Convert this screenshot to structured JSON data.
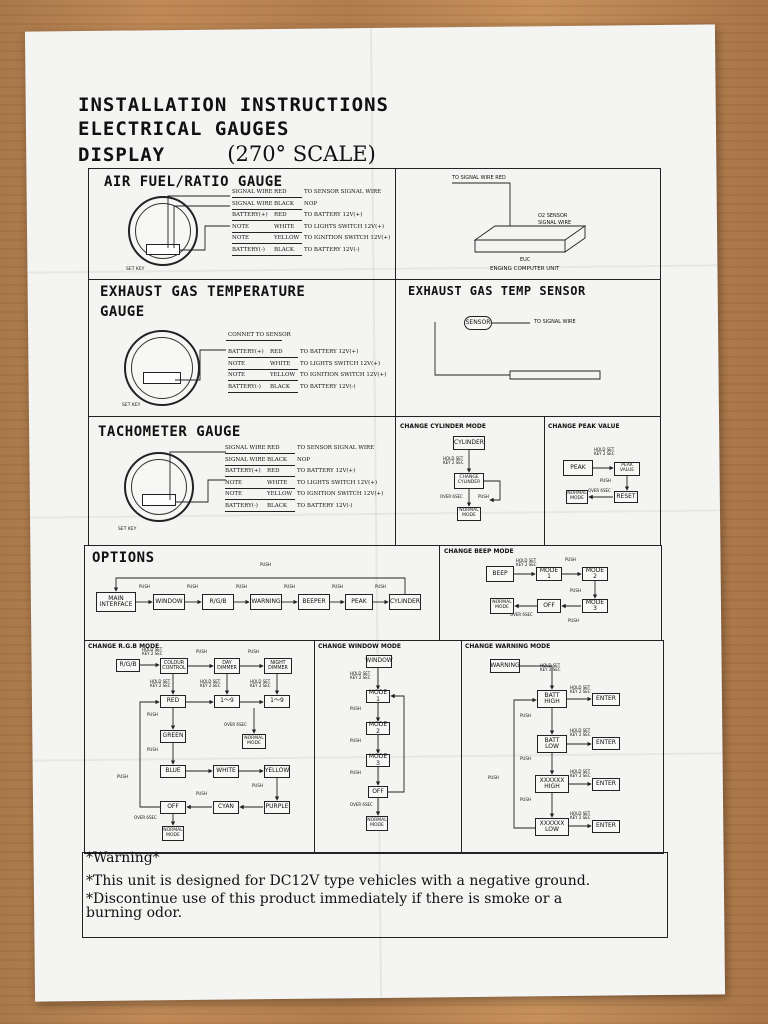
{
  "header": {
    "line1": "INSTALLATION INSTRUCTIONS",
    "line2": "ELECTRICAL GAUGES",
    "line3": "DISPLAY",
    "scale": "(270° SCALE)"
  },
  "air_fuel": {
    "title": "AIR FUEL/RATIO GAUGE",
    "set_key": "SET KEY",
    "wires": [
      {
        "left": "SIGNAL WIRE",
        "color": "RED",
        "target": "TO SENSOR SIGNAL WIRE"
      },
      {
        "left": "SIGNAL WIRE",
        "color": "BLACK",
        "target": "NOP"
      },
      {
        "left": "BATTERY(+)",
        "color": "RED",
        "target": "TO BATTERY 12V(+)"
      },
      {
        "left": "NOTE",
        "color": "WHITE",
        "target": "TO LIGHTS SWITCH 12V(+)"
      },
      {
        "left": "NOTE",
        "color": "YELLOW",
        "target": "TO IGNITION SWITCH 12V(+)"
      },
      {
        "left": "BATTERY(-)",
        "color": "BLACK",
        "target": "TO BATTERY 12V(-)"
      }
    ]
  },
  "euc": {
    "signal": "TO SIGNAL WIRE RED",
    "o2_line1": "O2 SENSOR",
    "o2_line2": "SIGNAL WIRE",
    "euc": "EUC",
    "unit": "ENGING COMPUTER UNIT"
  },
  "egt": {
    "title1": "EXHAUST GAS TEMPERATURE",
    "title2": "GAUGE",
    "set_key": "SET KEY",
    "connect": "CONNET TO SENSOR",
    "wires": [
      {
        "left": "BATTERY(+)",
        "color": "RED",
        "target": "TO BATTERY 12V(+)"
      },
      {
        "left": "NOTE",
        "color": "WHITE",
        "target": "TO LIGHTS SWITCH 12V(+)"
      },
      {
        "left": "NOTE",
        "color": "YELLOW",
        "target": "TO IGNITION SWITCH 12V(+)"
      },
      {
        "left": "BATTERY(-)",
        "color": "BLACK",
        "target": "TO BATTERY 12V(-)"
      }
    ]
  },
  "egt_sensor": {
    "title": "EXHAUST GAS TEMP SENSOR",
    "sensor": "SENSOR",
    "signal": "TO SIGNAL WIRE"
  },
  "tach": {
    "title": "TACHOMETER GAUGE",
    "set_key": "SET KEY",
    "wires": [
      {
        "left": "SIGNAL WIRE",
        "color": "RED",
        "target": "TO SENSOR SIGNAL WIRE"
      },
      {
        "left": "SIGNAL WIRE",
        "color": "BLACK",
        "target": "NOP"
      },
      {
        "left": "BATTERY(+)",
        "color": "RED",
        "target": "TO BATTERY 12V(+)"
      },
      {
        "left": "NOTE",
        "color": "WHITE",
        "target": "TO LIGHTS SWITCH 12V(+)"
      },
      {
        "left": "NOTE",
        "color": "YELLOW",
        "target": "TO IGNITION SWITCH 12V(+)"
      },
      {
        "left": "BATTERY(-)",
        "color": "BLACK",
        "target": "TO BATTERY 12V(-)"
      }
    ]
  },
  "cyl": {
    "title": "CHANGE CYLINDER MODE",
    "cylinder": "CYLINDER",
    "hold": "HOLD SET KEY 2 SEC",
    "change1": "CHANGE",
    "change2": "CYLINDER",
    "over": "OVER 6SEC",
    "push": "PUSH",
    "normal1": "NORMAL",
    "normal2": "MODE"
  },
  "peak": {
    "title": "CHANGE PEAK VALUE",
    "peak": "PEAK",
    "hold": "HOLD SET KEY 2 SEC",
    "value1": "PEAK",
    "value2": "VALUE",
    "push": "PUSH",
    "over": "OVER 6SEC",
    "normal1": "NORMAL",
    "normal2": "MODE",
    "reset": "RESET"
  },
  "options": {
    "title": "OPTIONS",
    "push": "PUSH",
    "main1": "MAIN",
    "main2": "INTERFACE",
    "window": "WINDOW",
    "rgb": "R/G/B",
    "warning": "WARNING",
    "beeper": "BEEPER",
    "peak": "PEAK",
    "cylinder": "CYLINDER"
  },
  "beep": {
    "title": "CHANGE BEEP MODE",
    "beep": "BEEP",
    "hold": "HOLD SET KEY 2 SEC",
    "mode1": "MODE 1",
    "mode2": "MODE 2",
    "mode3": "MODE 3",
    "off": "OFF",
    "push": "PUSH",
    "over": "OVER 6SEC",
    "normal1": "NORMAL",
    "normal2": "MODE"
  },
  "rgb": {
    "title": "CHANGE R.G.B MODE",
    "rgb": "R/G/B",
    "hold": "HOLD SET KEY 2 SEC",
    "colour1": "COLOUR",
    "colour2": "CONTROL",
    "day1": "DAY",
    "day2": "DIMMER",
    "night1": "NIGHT",
    "night2": "DIMMER",
    "push": "PUSH",
    "red": "RED",
    "range": "1～9",
    "over": "OVER 6SEC",
    "normal1": "NORMAL",
    "normal2": "MODE",
    "green": "GREEN",
    "blue": "BLUE",
    "white": "WHITE",
    "yellow": "YELLOW",
    "purple": "PURPLE",
    "cyan": "CYAN",
    "off": "OFF"
  },
  "window_mode": {
    "title": "CHANGE WINDOW MODE",
    "window": "WINDOW",
    "hold": "HOLD SET KEY 2 SEC",
    "mode1": "MODE 1",
    "mode2": "MODE 2",
    "mode3": "MODE 3",
    "off": "OFF",
    "push": "PUSH",
    "over": "OVER 6SEC",
    "normal1": "NORMAL",
    "normal2": "MODE"
  },
  "warning_mode": {
    "title": "CHANGE WARNING MODE",
    "warning": "WARNING",
    "hold": "HOLD SET KEY 2 SEC",
    "batt_high1": "BATT",
    "batt_high2": "HIGH",
    "batt_low1": "BATT",
    "batt_low2": "LOW",
    "x_high1": "XXXXXX",
    "x_high2": "HIGH",
    "x_low1": "XXXXXX",
    "x_low2": "LOW",
    "enter": "ENTER",
    "push": "PUSH"
  },
  "warning_text": {
    "title": "*Warning*",
    "line1": "*This unit is designed for DC12V type vehicles with a negative ground.",
    "line2": "*Discontinue use of this product immediately if there is smoke or a",
    "line3": "burning odor."
  }
}
